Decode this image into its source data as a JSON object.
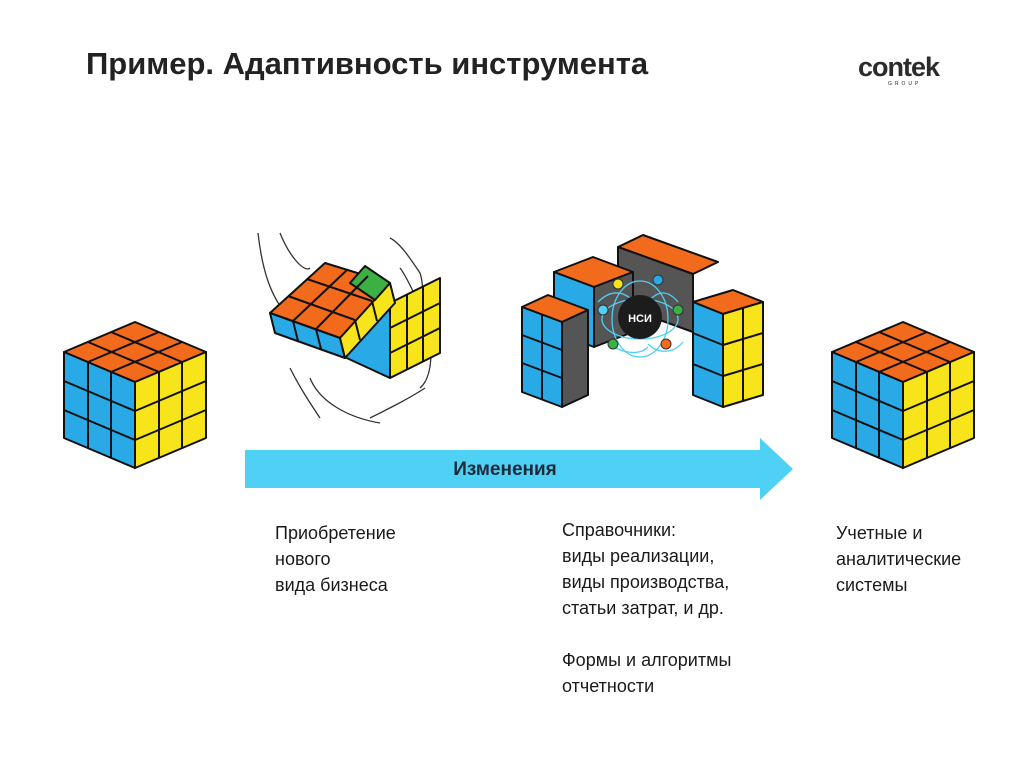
{
  "slide": {
    "title": "Пример. Адаптивность инструмента"
  },
  "logo": {
    "wordmark": "contek",
    "subtitle": "GROUP"
  },
  "colors": {
    "cube_top": "#f26a1b",
    "cube_left": "#29a9e6",
    "cube_right": "#f7e41b",
    "cube_green": "#3cb043",
    "cube_dark": "#555555",
    "arrow": "#4fd0f5"
  },
  "center_figure": {
    "label": "НСИ"
  },
  "arrow": {
    "label": "Изменения"
  },
  "captions": {
    "left": [
      "Приобретение",
      "нового",
      "вида бизнеса"
    ],
    "middle": [
      "Справочники:",
      "виды реализации,",
      "виды производства,",
      "статьи затрат, и др."
    ],
    "middle_extra": [
      "Формы и алгоритмы",
      "отчетности"
    ],
    "right": [
      "Учетные и",
      "аналитические",
      "системы"
    ]
  }
}
